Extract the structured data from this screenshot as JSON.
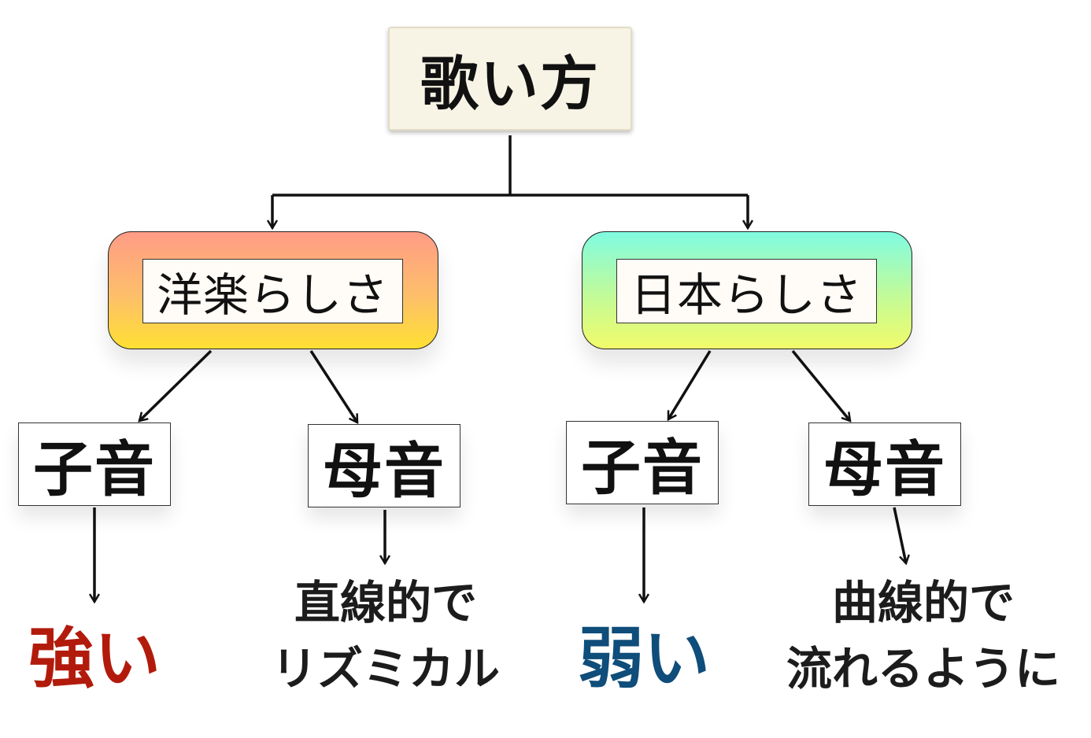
{
  "root": {
    "label": "歌い方"
  },
  "branches": [
    {
      "label": "洋楽らしさ",
      "colors": [
        "#ff9c86",
        "#ffe033"
      ]
    },
    {
      "label": "日本らしさ",
      "colors": [
        "#80fbe1",
        "#f1fb6a"
      ]
    }
  ],
  "leaves": {
    "western_consonant": "子音",
    "western_vowel": "母音",
    "japanese_consonant": "子音",
    "japanese_vowel": "母音"
  },
  "results": {
    "western_consonant": "強い",
    "western_vowel": [
      "直線的で",
      "リズミカル"
    ],
    "japanese_consonant": "弱い",
    "japanese_vowel": [
      "曲線的で",
      "流れるように"
    ]
  },
  "colors": {
    "strong_text": "#b21b0c",
    "weak_text": "#0f4d7a"
  }
}
